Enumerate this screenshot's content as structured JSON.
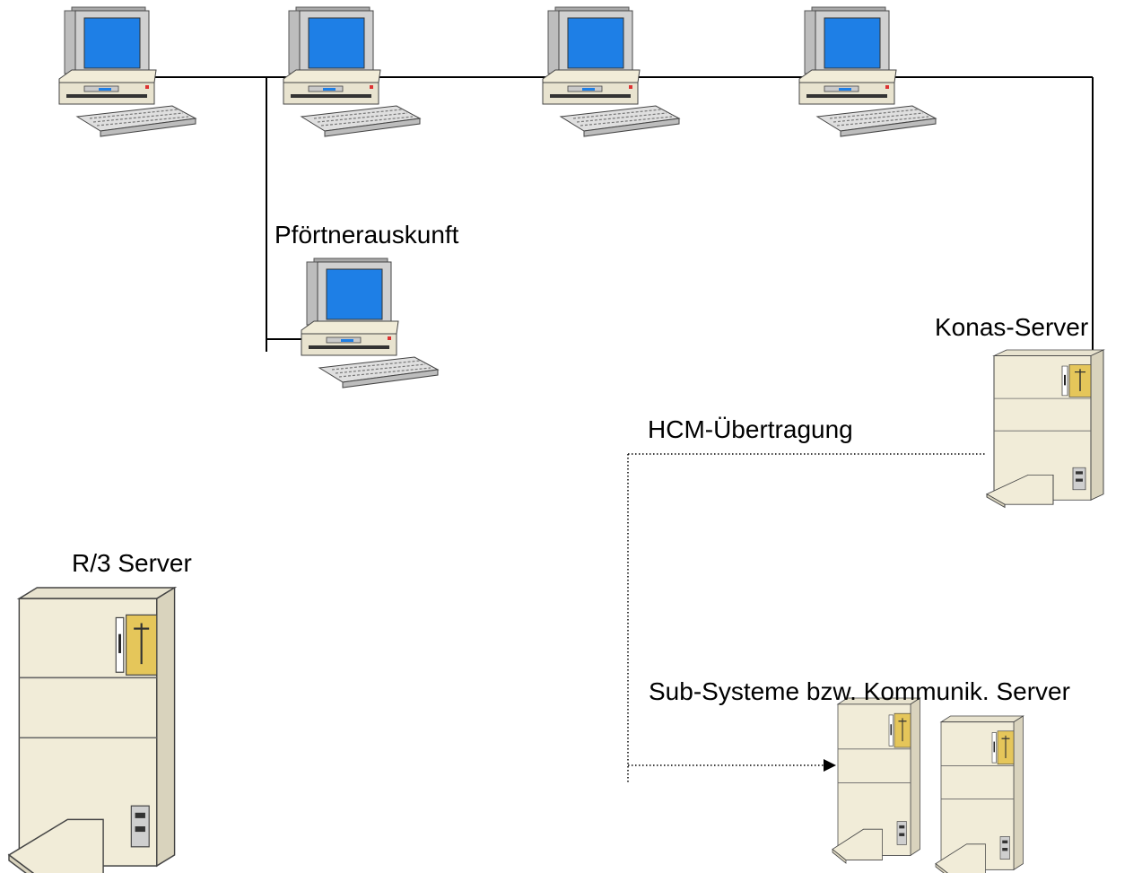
{
  "labels": {
    "gatekeeper": "Pförtnerauskunft",
    "konas": "Konas-Server",
    "hcm": "HCM-Übertragung",
    "r3": "R/3 Server",
    "subsystems": "Sub-Systeme bzw. Kommunik. Server"
  },
  "colors": {
    "screen": "#1e7fe6",
    "case": "#f1ecd8",
    "case_shade": "#d9d3bd",
    "bezel": "#c9c9c9",
    "drive_yellow": "#e5c65a",
    "line": "#000000"
  },
  "icons": [
    "desktop-computer-icon",
    "tower-server-icon"
  ]
}
